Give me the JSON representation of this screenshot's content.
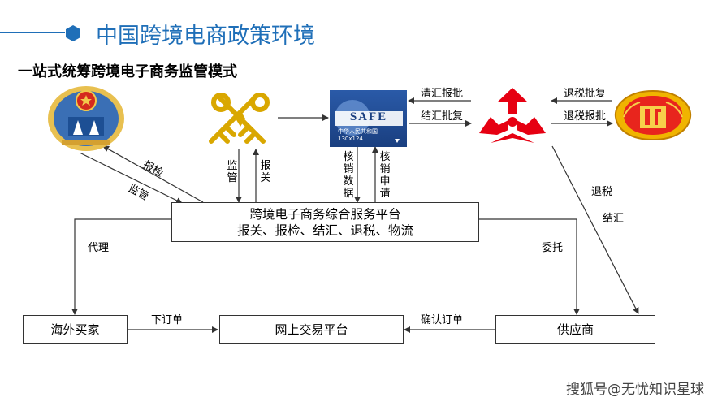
{
  "title": "中国跨境电商政策环境",
  "subtitle": "一站式统筹跨境电子商务监管模式",
  "safe_logo": {
    "text": "SAFE",
    "caption1": "中华人民共和国",
    "caption2": "130x124"
  },
  "boxes": {
    "platform_line1": "跨境电子商务综合服务平台",
    "platform_line2": "报关、报检、结汇、退税、物流",
    "buyer": "海外买家",
    "trade_platform": "网上交易平台",
    "supplier": "供应商"
  },
  "labels": {
    "inspection": "报检",
    "supervision": "监管",
    "customs_supervise": "监管",
    "customs_declare": "报关",
    "verify_data": "核销数据",
    "verify_apply": "核销申请",
    "clear_approve": "清汇报批",
    "settle_approve": "结汇批复",
    "refund_approve": "退税批复",
    "refund_report": "退税报批",
    "tax_refund": "退税",
    "settle": "结汇",
    "agent": "代理",
    "entrust": "委托",
    "place_order": "下订单",
    "confirm_order": "确认订单"
  },
  "watermark": "搜狐号@无忧知识星球",
  "colors": {
    "accent": "#1f6fb8",
    "red": "#e60012",
    "gold": "#f0b400"
  }
}
